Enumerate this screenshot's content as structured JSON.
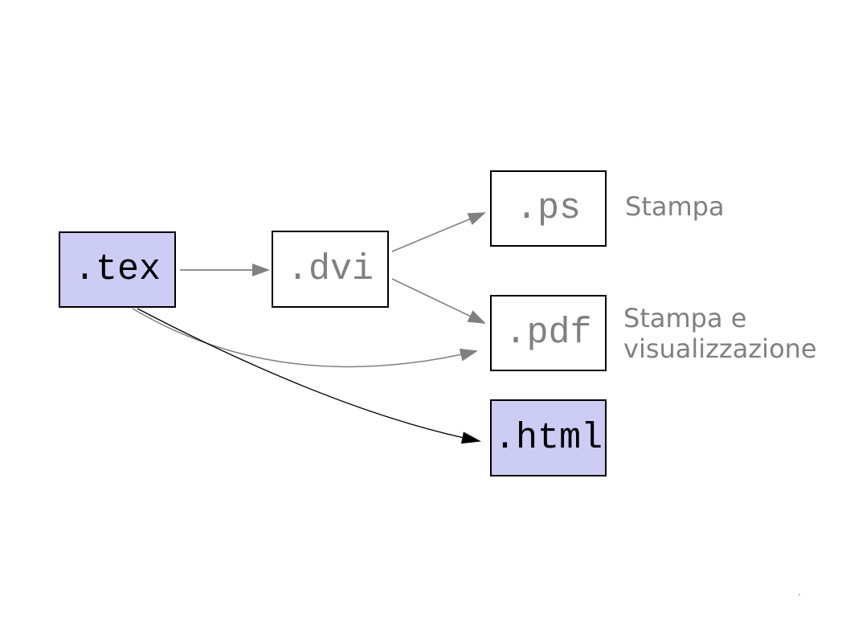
{
  "page": {
    "background": "#ffffff",
    "footer_mark": "."
  },
  "palette": {
    "highlight_fill": "#ccccf5",
    "plain_fill": "#ffffff",
    "node_border": "#000000",
    "gray": "#808080",
    "black": "#000000"
  },
  "diagram": {
    "nodes": [
      {
        "id": "tex",
        "label": ".tex",
        "style": "highlight",
        "text_color": "#000000"
      },
      {
        "id": "dvi",
        "label": ".dvi",
        "style": "plain",
        "text_color": "#808080"
      },
      {
        "id": "ps",
        "label": ".ps",
        "style": "plain",
        "text_color": "#808080"
      },
      {
        "id": "pdf",
        "label": ".pdf",
        "style": "plain",
        "text_color": "#808080"
      },
      {
        "id": "html",
        "label": ".html",
        "style": "highlight",
        "text_color": "#000000"
      }
    ],
    "edges": [
      {
        "from": "tex",
        "to": "dvi",
        "color": "#808080",
        "shape": "straight"
      },
      {
        "from": "dvi",
        "to": "ps",
        "color": "#808080",
        "shape": "straight"
      },
      {
        "from": "dvi",
        "to": "pdf",
        "color": "#808080",
        "shape": "straight"
      },
      {
        "from": "tex",
        "to": "pdf",
        "color": "#808080",
        "shape": "curved"
      },
      {
        "from": "tex",
        "to": "html",
        "color": "#000000",
        "shape": "curved"
      }
    ],
    "annotations": [
      {
        "target": "ps",
        "lines": [
          "Stampa"
        ]
      },
      {
        "target": "pdf",
        "lines": [
          "Stampa e",
          "visualizzazione"
        ]
      }
    ]
  }
}
